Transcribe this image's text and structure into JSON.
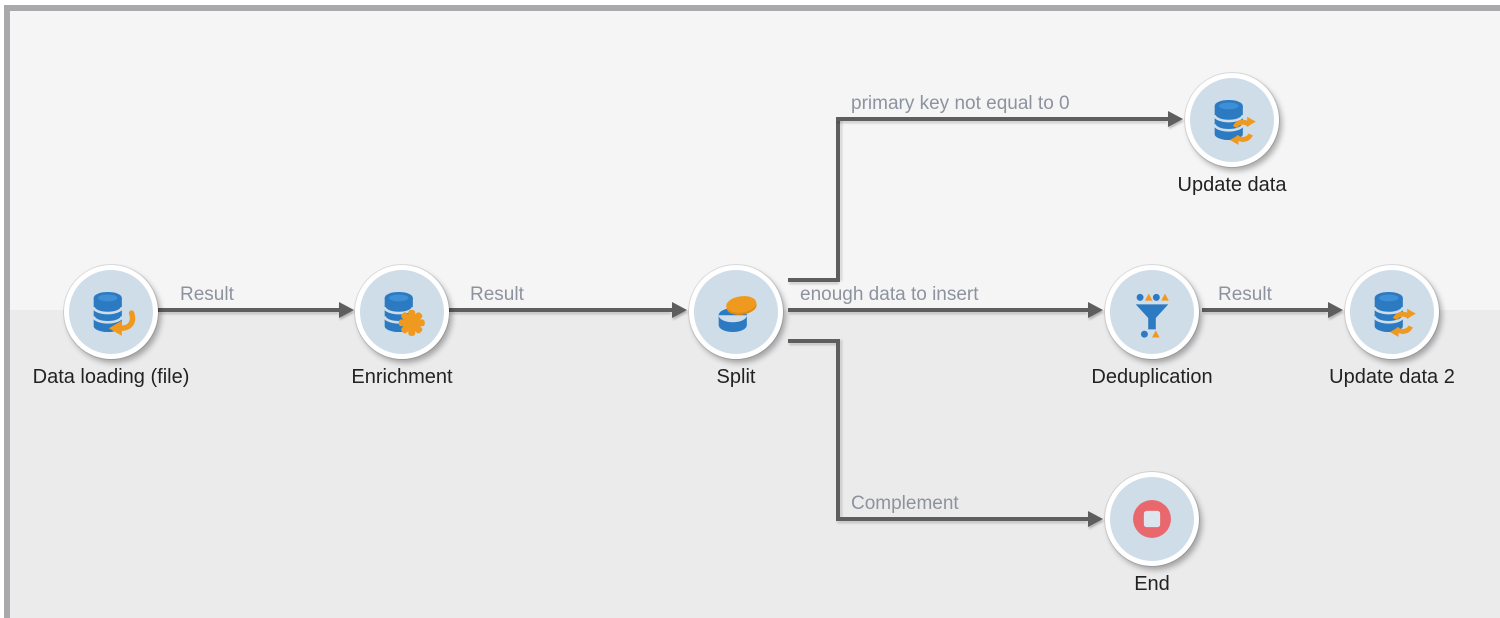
{
  "canvas": {
    "border_color": "#a9a9ab",
    "background_top": "#f5f5f6",
    "background_bottom": "#ebebec"
  },
  "palette": {
    "node_fill": "#cfdde9",
    "node_ring": "#ffffff",
    "icon_blue": "#2b7ac2",
    "icon_orange": "#f0991f",
    "end_red": "#e9686e",
    "edge_line": "#5e5e5e",
    "edge_label_color": "#8d939e",
    "node_label_color": "#222222"
  },
  "nodes": [
    {
      "id": "data-loading",
      "label": "Data loading (file)",
      "icon": "database-load-icon"
    },
    {
      "id": "enrichment",
      "label": "Enrichment",
      "icon": "database-enrichment-icon"
    },
    {
      "id": "split",
      "label": "Split",
      "icon": "split-icon"
    },
    {
      "id": "update-data",
      "label": "Update data",
      "icon": "database-update-icon"
    },
    {
      "id": "deduplication",
      "label": "Deduplication",
      "icon": "deduplication-funnel-icon"
    },
    {
      "id": "update-data-2",
      "label": "Update data 2",
      "icon": "database-update-icon"
    },
    {
      "id": "end",
      "label": "End",
      "icon": "end-stop-icon"
    }
  ],
  "edges": [
    {
      "from": "data-loading",
      "to": "enrichment",
      "label": "Result"
    },
    {
      "from": "enrichment",
      "to": "split",
      "label": "Result"
    },
    {
      "from": "split",
      "to": "update-data",
      "label": "primary key not equal to 0"
    },
    {
      "from": "split",
      "to": "deduplication",
      "label": "enough data to insert"
    },
    {
      "from": "split",
      "to": "end",
      "label": "Complement"
    },
    {
      "from": "deduplication",
      "to": "update-data-2",
      "label": "Result"
    }
  ]
}
